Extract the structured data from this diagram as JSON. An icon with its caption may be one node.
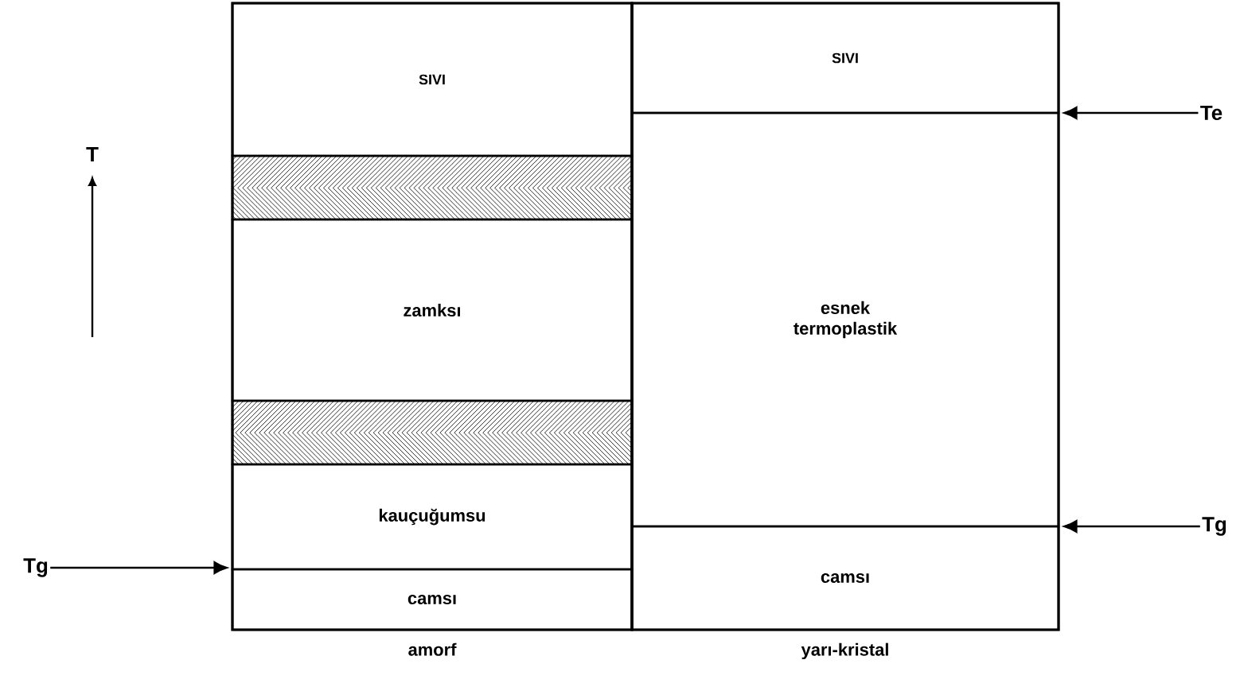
{
  "diagram": {
    "nodes": [
      {
        "text": [
          "amorf"
        ]
      },
      {
        "text": [
          "SIVI"
        ],
        "in": 0
      },
      {
        "text": [],
        "shape": "bar",
        "in": 0
      },
      {
        "text": [
          "zamksı"
        ],
        "in": 0
      },
      {
        "text": [],
        "shape": "bar",
        "in": 0
      },
      {
        "text": [
          "kauçuğumsu"
        ],
        "in": 0
      },
      {
        "text": [
          "camsı"
        ],
        "in": 0
      },
      {
        "text": [
          "yarı-kristal"
        ]
      },
      {
        "text": [
          "SIVI"
        ],
        "in": 7
      },
      {
        "text": [
          "esnek termoplastik"
        ],
        "in": 7
      },
      {
        "text": [
          "camsı"
        ],
        "in": 7
      },
      {
        "text": [
          "Tg"
        ]
      },
      {
        "text": [
          "Te"
        ]
      },
      {
        "text": [
          "Tg"
        ]
      }
    ],
    "edges": [
      {
        "from": 11,
        "to": 0,
        "arrow": "to"
      },
      {
        "from": 12,
        "to": 7,
        "arrow": "to"
      },
      {
        "from": 13,
        "to": 7,
        "arrow": "to"
      }
    ],
    "labels": [
      "T"
    ]
  }
}
